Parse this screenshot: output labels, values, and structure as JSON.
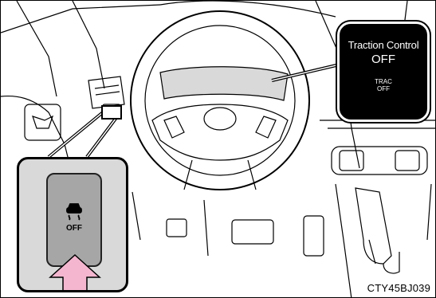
{
  "display_callout": {
    "line1": "Traction Control",
    "line2": "OFF",
    "indicator_line1": "TRAC",
    "indicator_line2": "OFF"
  },
  "switch_callout": {
    "switch_label": "OFF",
    "icon": "vehicle-skid-icon",
    "arrow_color": "#f4b6cf"
  },
  "figure_code": "CTY45BJ039"
}
